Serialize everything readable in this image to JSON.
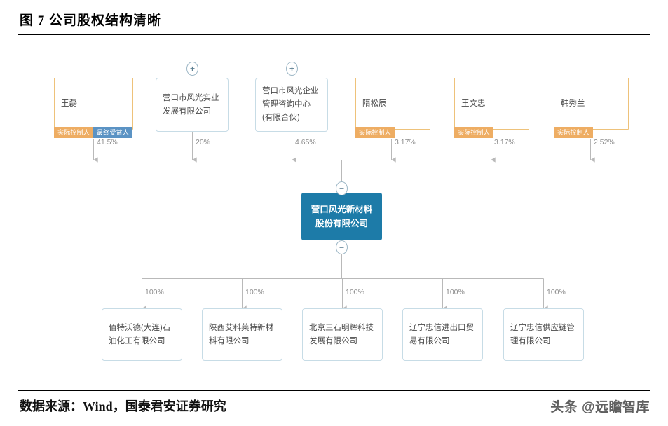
{
  "header": {
    "title": "图 7 公司股权结构清晰"
  },
  "footer": {
    "source": "数据来源：Wind，国泰君安证券研究",
    "watermark": "头条 @远瞻智库"
  },
  "colors": {
    "root_fill": "#1d7ba8",
    "person_border": "#eec27a",
    "company_border": "#c7dce6",
    "tag_control": "#eead63",
    "tag_beneficiary": "#5b93c4",
    "edge_line": "#b9b9b9",
    "pct_text": "#8d8d8d"
  },
  "root": {
    "name": "营口风光新材料股份有限公司",
    "expand_top_icon": "minus-circle-icon",
    "expand_bottom_icon": "minus-circle-icon",
    "expand_top_glyph": "−",
    "expand_bottom_glyph": "−"
  },
  "shareholders": [
    {
      "name": "王磊",
      "kind": "person",
      "percent": "41.5%",
      "tags": [
        "实际控制人",
        "最终受益人"
      ],
      "expand_icon": null,
      "expand_glyph": null
    },
    {
      "name": "营口市风光实业发展有限公司",
      "kind": "company",
      "percent": "20%",
      "tags": [],
      "expand_icon": "plus-circle-icon",
      "expand_glyph": "+"
    },
    {
      "name": "营口市风光企业管理咨询中心(有限合伙)",
      "kind": "company",
      "percent": "4.65%",
      "tags": [],
      "expand_icon": "plus-circle-icon",
      "expand_glyph": "+"
    },
    {
      "name": "隋松辰",
      "kind": "person",
      "percent": "3.17%",
      "tags": [
        "实际控制人"
      ],
      "expand_icon": null,
      "expand_glyph": null
    },
    {
      "name": "王文忠",
      "kind": "person",
      "percent": "3.17%",
      "tags": [
        "实际控制人"
      ],
      "expand_icon": null,
      "expand_glyph": null
    },
    {
      "name": "韩秀兰",
      "kind": "person",
      "percent": "2.52%",
      "tags": [
        "实际控制人"
      ],
      "expand_icon": null,
      "expand_glyph": null
    }
  ],
  "subsidiaries": [
    {
      "name": "佰特沃德(大连)石油化工有限公司",
      "kind": "company",
      "percent": "100%"
    },
    {
      "name": "陕西艾科莱特新材料有限公司",
      "kind": "company",
      "percent": "100%"
    },
    {
      "name": "北京三石明辉科技发展有限公司",
      "kind": "company",
      "percent": "100%"
    },
    {
      "name": "辽宁忠信进出口贸易有限公司",
      "kind": "company",
      "percent": "100%"
    },
    {
      "name": "辽宁忠信供应链管理有限公司",
      "kind": "company",
      "percent": "100%"
    }
  ]
}
